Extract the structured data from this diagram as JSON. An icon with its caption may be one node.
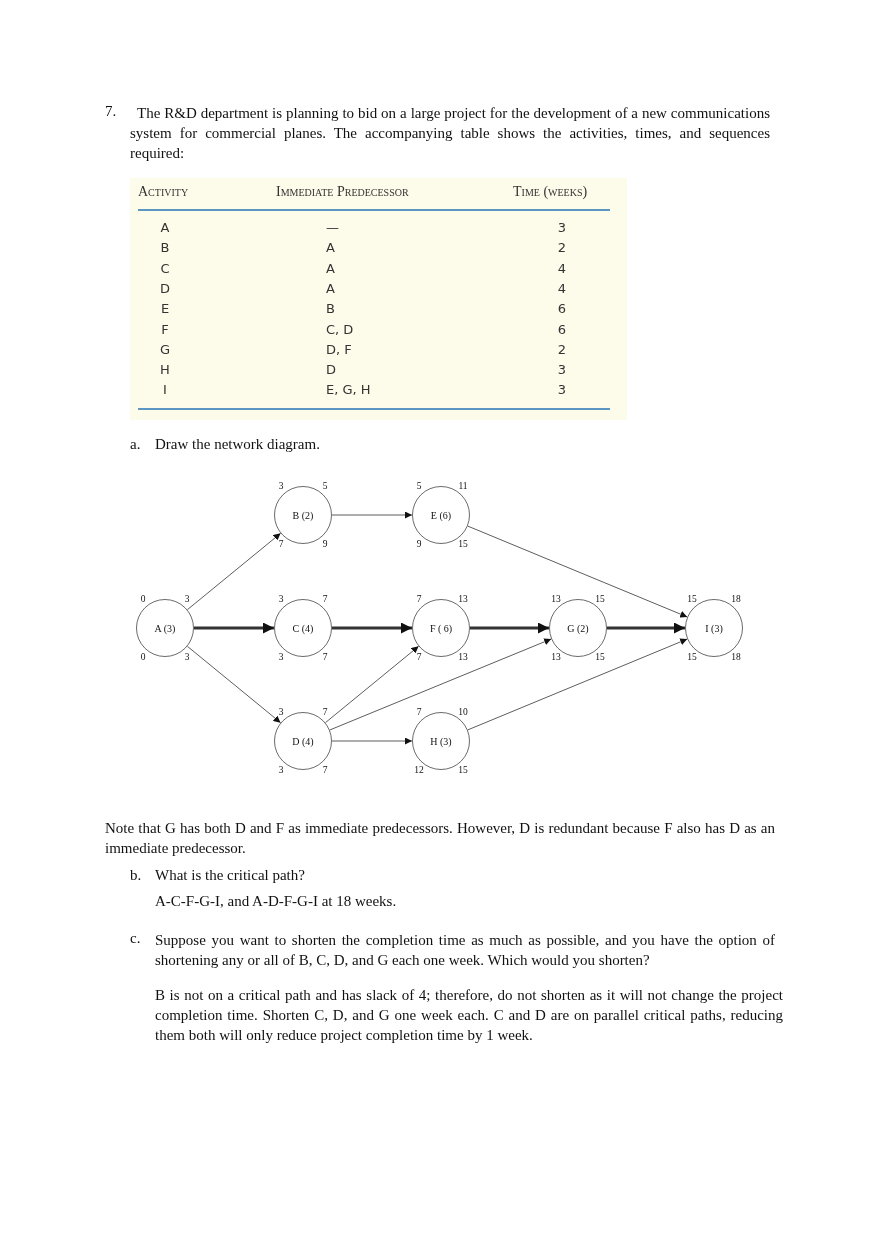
{
  "diagram": {
    "nodes": [
      {
        "text": [
          "A (3)"
        ],
        "beside": [
          "0",
          "3",
          "0",
          "3"
        ]
      },
      {
        "text": [
          "B (2)"
        ],
        "beside": [
          "3",
          "5",
          "7",
          "9"
        ]
      },
      {
        "text": [
          "C (4)"
        ],
        "beside": [
          "3",
          "7",
          "3",
          "7"
        ]
      },
      {
        "text": [
          "D (4)"
        ],
        "beside": [
          "3",
          "7",
          "3",
          "7"
        ]
      },
      {
        "text": [
          "E (6)"
        ],
        "beside": [
          "5",
          "11",
          "9",
          "15"
        ]
      },
      {
        "text": [
          "F ( 6)"
        ],
        "beside": [
          "7",
          "13",
          "7",
          "13"
        ]
      },
      {
        "text": [
          "H (3)"
        ],
        "beside": [
          "7",
          "10",
          "12",
          "15"
        ]
      },
      {
        "text": [
          "G (2)"
        ],
        "beside": [
          "13",
          "15",
          "13",
          "15"
        ]
      },
      {
        "text": [
          "I (3)"
        ],
        "beside": [
          "15",
          "18",
          "15",
          "18"
        ]
      }
    ],
    "edges": [
      {
        "from": 0,
        "to": 1,
        "arrow": "to"
      },
      {
        "from": 0,
        "to": 2,
        "arrow": "to",
        "style": "thick"
      },
      {
        "from": 0,
        "to": 3,
        "arrow": "to"
      },
      {
        "from": 1,
        "to": 4,
        "arrow": "to"
      },
      {
        "from": 2,
        "to": 5,
        "arrow": "to",
        "style": "thick"
      },
      {
        "from": 3,
        "to": 5,
        "arrow": "to"
      },
      {
        "from": 3,
        "to": 7,
        "arrow": "to"
      },
      {
        "from": 3,
        "to": 6,
        "arrow": "to"
      },
      {
        "from": 4,
        "to": 8,
        "arrow": "to"
      },
      {
        "from": 5,
        "to": 7,
        "arrow": "to",
        "style": "thick"
      },
      {
        "from": 7,
        "to": 8,
        "arrow": "to",
        "style": "thick"
      },
      {
        "from": 6,
        "to": 8,
        "arrow": "to"
      }
    ],
    "labels": [
      "7.",
      "The R&D department is planning to bid on a large project for the development of a new communications system for commercial planes. The accompanying table shows the activities, times, and sequences required:",
      "Activity",
      "Immediate Predecessor",
      "Time (weeks)",
      "A",
      "—",
      "3",
      "B",
      "A",
      "2",
      "C",
      "A",
      "4",
      "D",
      "A",
      "4",
      "E",
      "B",
      "6",
      "F",
      "C, D",
      "6",
      "G",
      "D, F",
      "2",
      "H",
      "D",
      "3",
      "I",
      "E, G, H",
      "3",
      "a.",
      "Draw the network diagram.",
      "Note that G has both D and F as immediate predecessors.  However, D is redundant because F also has D as an immediate predecessor.",
      "b.",
      "What is the critical path?",
      "A-C-F-G-I, and A-D-F-G-I at 18 weeks.",
      "c.",
      "Suppose you want to shorten the completion time as much as possible, and you have the option of shortening any or all of B, C, D, and G each one week. Which would you shorten?",
      "B is not on a critical path and has slack of 4; therefore, do not shorten as it will not change the project completion time.  Shorten C, D, and G one week each.  C and D are on parallel critical paths, reducing them both will only reduce project completion time by 1 week."
    ]
  }
}
